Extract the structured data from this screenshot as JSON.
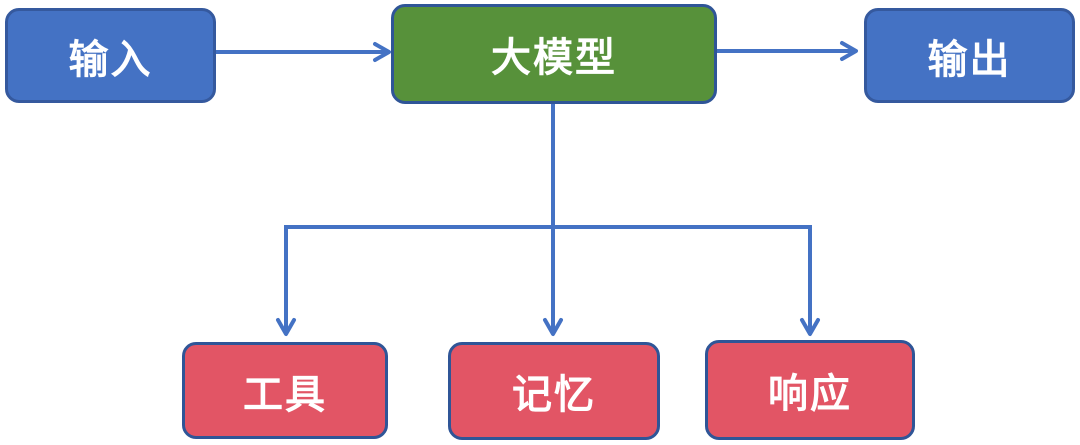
{
  "diagram": {
    "colors": {
      "arrow": "#4472C4",
      "blue_fill": "#4472C4",
      "blue_border": "#35599E",
      "green_fill": "#57913A",
      "red_fill": "#E25565",
      "dark_border": "#2F5597",
      "text": "#FFFFFF"
    },
    "nodes": {
      "input": {
        "label": "输入"
      },
      "model": {
        "label": "大模型"
      },
      "output": {
        "label": "输出"
      },
      "tools": {
        "label": "工具"
      },
      "memory": {
        "label": "记忆"
      },
      "response": {
        "label": "响应"
      }
    },
    "edges": [
      {
        "from": "input",
        "to": "model"
      },
      {
        "from": "model",
        "to": "output"
      },
      {
        "from": "model",
        "to": "tools"
      },
      {
        "from": "model",
        "to": "memory"
      },
      {
        "from": "model",
        "to": "response"
      }
    ]
  }
}
